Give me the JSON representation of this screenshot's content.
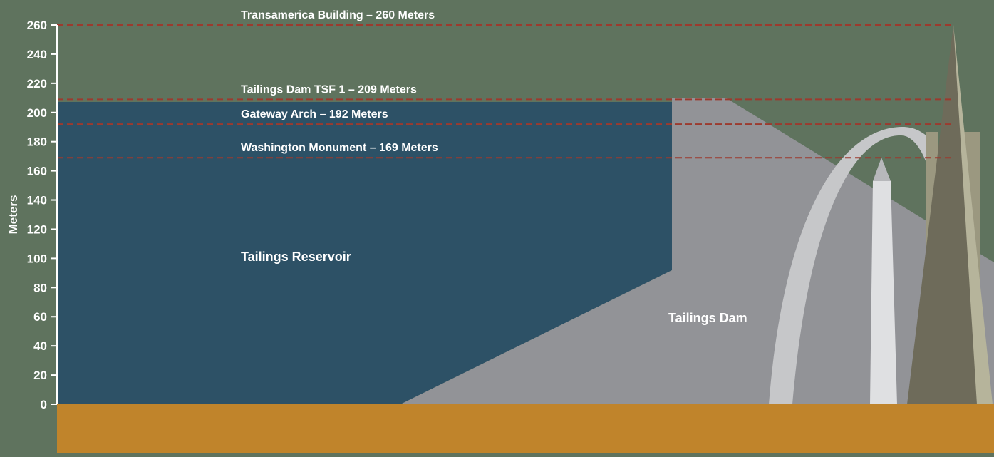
{
  "colors": {
    "background": "#5f735e",
    "reservoir": "#2d5166",
    "dam": "#929397",
    "ground": "#c0842b",
    "reference_line": "#9c3a2e",
    "arch": "#c6c7c9",
    "monument_shaft": "#dfe0e2",
    "monument_tip": "#b7b8bb",
    "tower_dark": "#6e6b5a",
    "tower_light": "#b6b49b",
    "tower_wing": "#9b9880"
  },
  "chart_data": {
    "type": "diagram",
    "ylabel": "Meters",
    "ylim": [
      0,
      260
    ],
    "yticks": [
      0,
      20,
      40,
      60,
      80,
      100,
      120,
      140,
      160,
      180,
      200,
      220,
      240,
      260
    ],
    "reference_lines": [
      {
        "label": "Transamerica Building – 260 Meters",
        "value": 260
      },
      {
        "label": "Tailings Dam TSF 1 – 209 Meters",
        "value": 209
      },
      {
        "label": "Gateway Arch – 192 Meters",
        "value": 192
      },
      {
        "label": "Washington Monument – 169 Meters",
        "value": 169
      }
    ],
    "regions": {
      "reservoir": {
        "label": "Tailings Reservoir"
      },
      "dam": {
        "label": "Tailings Dam"
      }
    }
  }
}
